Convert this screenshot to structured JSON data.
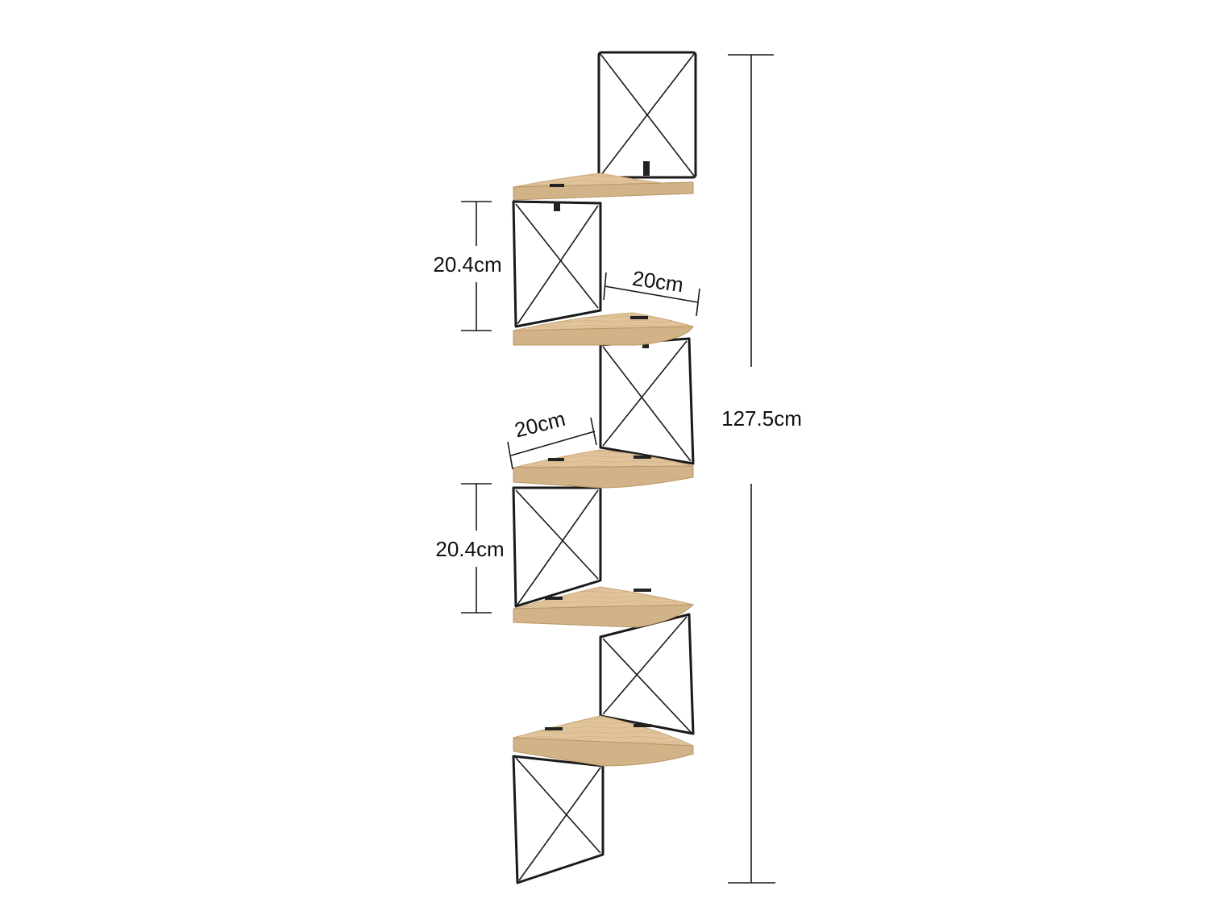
{
  "product": {
    "name": "zigzag corner wall shelf",
    "tiers": 5,
    "colors": {
      "wood_top": "#e2c59c",
      "wood_edge": "#d2b287",
      "metal_frame": "#1a1a1a",
      "background": "#ffffff"
    }
  },
  "dimensions": {
    "total_height": "127.5cm",
    "spacing_upper": "20.4cm",
    "spacing_lower": "20.4cm",
    "depth_right": "20cm",
    "depth_left": "20cm"
  }
}
